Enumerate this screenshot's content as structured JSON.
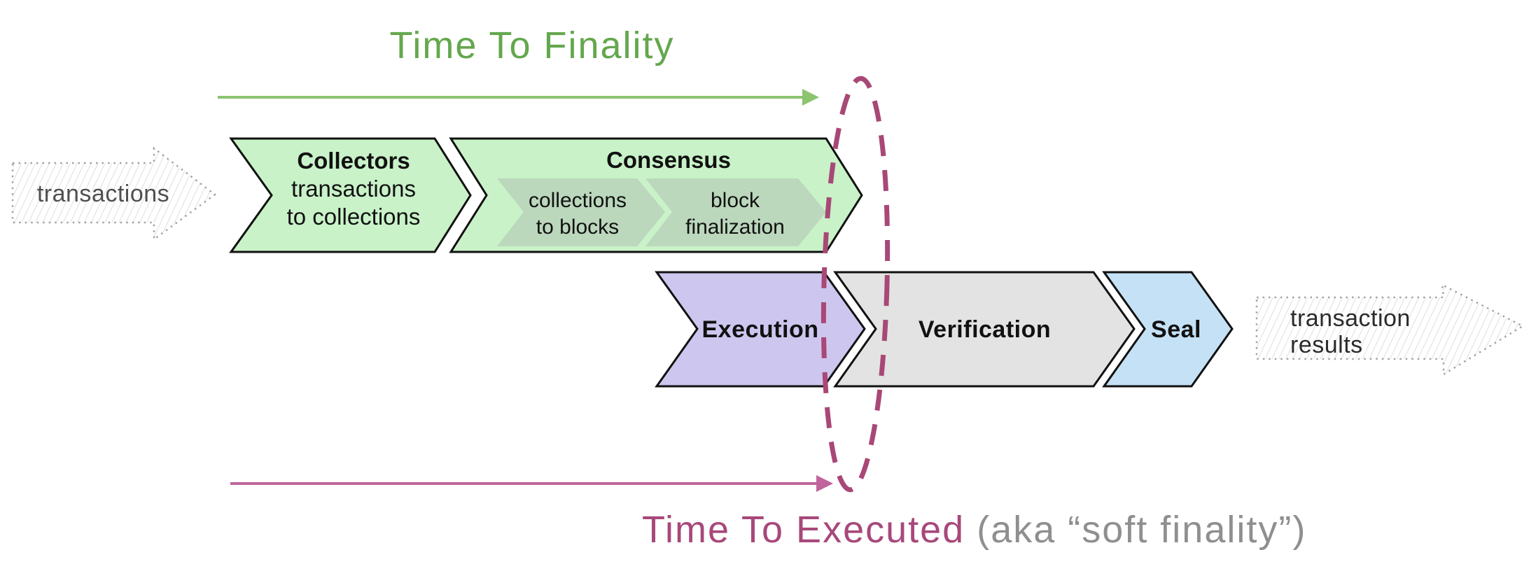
{
  "titles": {
    "top": "Time To Finality",
    "bottom_primary": "Time To Executed",
    "bottom_secondary": "(aka “soft finality”)"
  },
  "inputs": {
    "left_arrow_label": "transactions",
    "right_arrow_label_line1": "transaction",
    "right_arrow_label_line2": "results"
  },
  "stages": {
    "collectors": {
      "name": "Collectors",
      "sub_line1": "transactions",
      "sub_line2": "to collections"
    },
    "consensus": {
      "name": "Consensus",
      "inner1_line1": "collections",
      "inner1_line2": "to blocks",
      "inner2_line1": "block",
      "inner2_line2": "finalization"
    },
    "execution": {
      "name": "Execution"
    },
    "verification": {
      "name": "Verification"
    },
    "seal": {
      "name": "Seal"
    }
  },
  "colors": {
    "green_fill": "#c9f2c9",
    "inner_fill": "#b9d4ba",
    "lavender_fill": "#cdc6ef",
    "grey_fill": "#e3e3e3",
    "blue_fill": "#c5e1f5",
    "outline": "#111111",
    "green_accent": "#64a74d",
    "green_arrow": "#8cc470",
    "magenta_accent": "#a8487a",
    "magenta_arrow": "#c0659c",
    "ellipse_stroke": "#a84876",
    "muted_text": "#4f4f4f",
    "dark_text": "#222222",
    "grey_text": "#8f8f8f"
  }
}
